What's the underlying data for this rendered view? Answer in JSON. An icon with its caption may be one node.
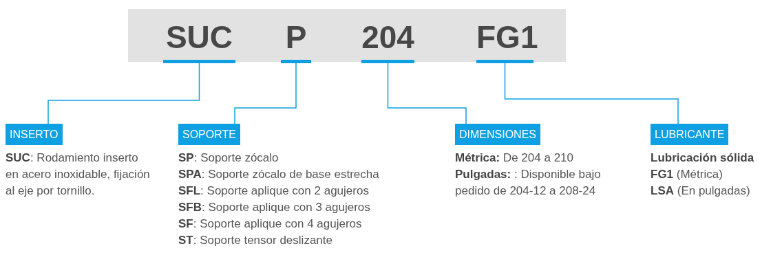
{
  "diagram": {
    "nodes": [
      {
        "text": [],
        "shape": "bar"
      },
      {
        "text": [
          "SUC"
        ],
        "in": 0
      },
      {
        "text": [
          "P"
        ],
        "in": 0
      },
      {
        "text": [
          "204"
        ],
        "in": 0
      },
      {
        "text": [
          "FG1"
        ],
        "in": 0
      },
      {
        "text": [
          "INSERTO"
        ],
        "beside": [
          "**SUC**: Rodamiento inserto en acero inoxidable, fijación al eje por tornillo."
        ]
      },
      {
        "text": [
          "SOPORTE"
        ],
        "beside": [
          "**SP**: Soporte zócalo",
          "**SPA**: Soporte zócalo de base estrecha",
          "**SFL**: Soporte aplique con 2 agujeros",
          "**SFB**: Soporte aplique con 3 agujeros",
          "**SF**: Soporte aplique con 4 agujeros",
          "**ST**: Soporte tensor deslizante"
        ]
      },
      {
        "text": [
          "DIMENSIONES"
        ],
        "beside": [
          "**Métrica:** De 204 a 210",
          "**Pulgadas:** : Disponible bajo pedido de 204-12 a 208-24"
        ]
      },
      {
        "text": [
          "LUBRICANTE"
        ],
        "beside": [
          "**Lubricación sólida**",
          "**FG1** (Métrica)",
          "**LSA** (En pulgadas)"
        ]
      }
    ],
    "edges": [
      {
        "from": 1,
        "to": 5,
        "arrow": "none"
      },
      {
        "from": 2,
        "to": 6,
        "arrow": "none"
      },
      {
        "from": 3,
        "to": 7,
        "arrow": "none"
      },
      {
        "from": 4,
        "to": 8,
        "arrow": "none"
      }
    ]
  }
}
